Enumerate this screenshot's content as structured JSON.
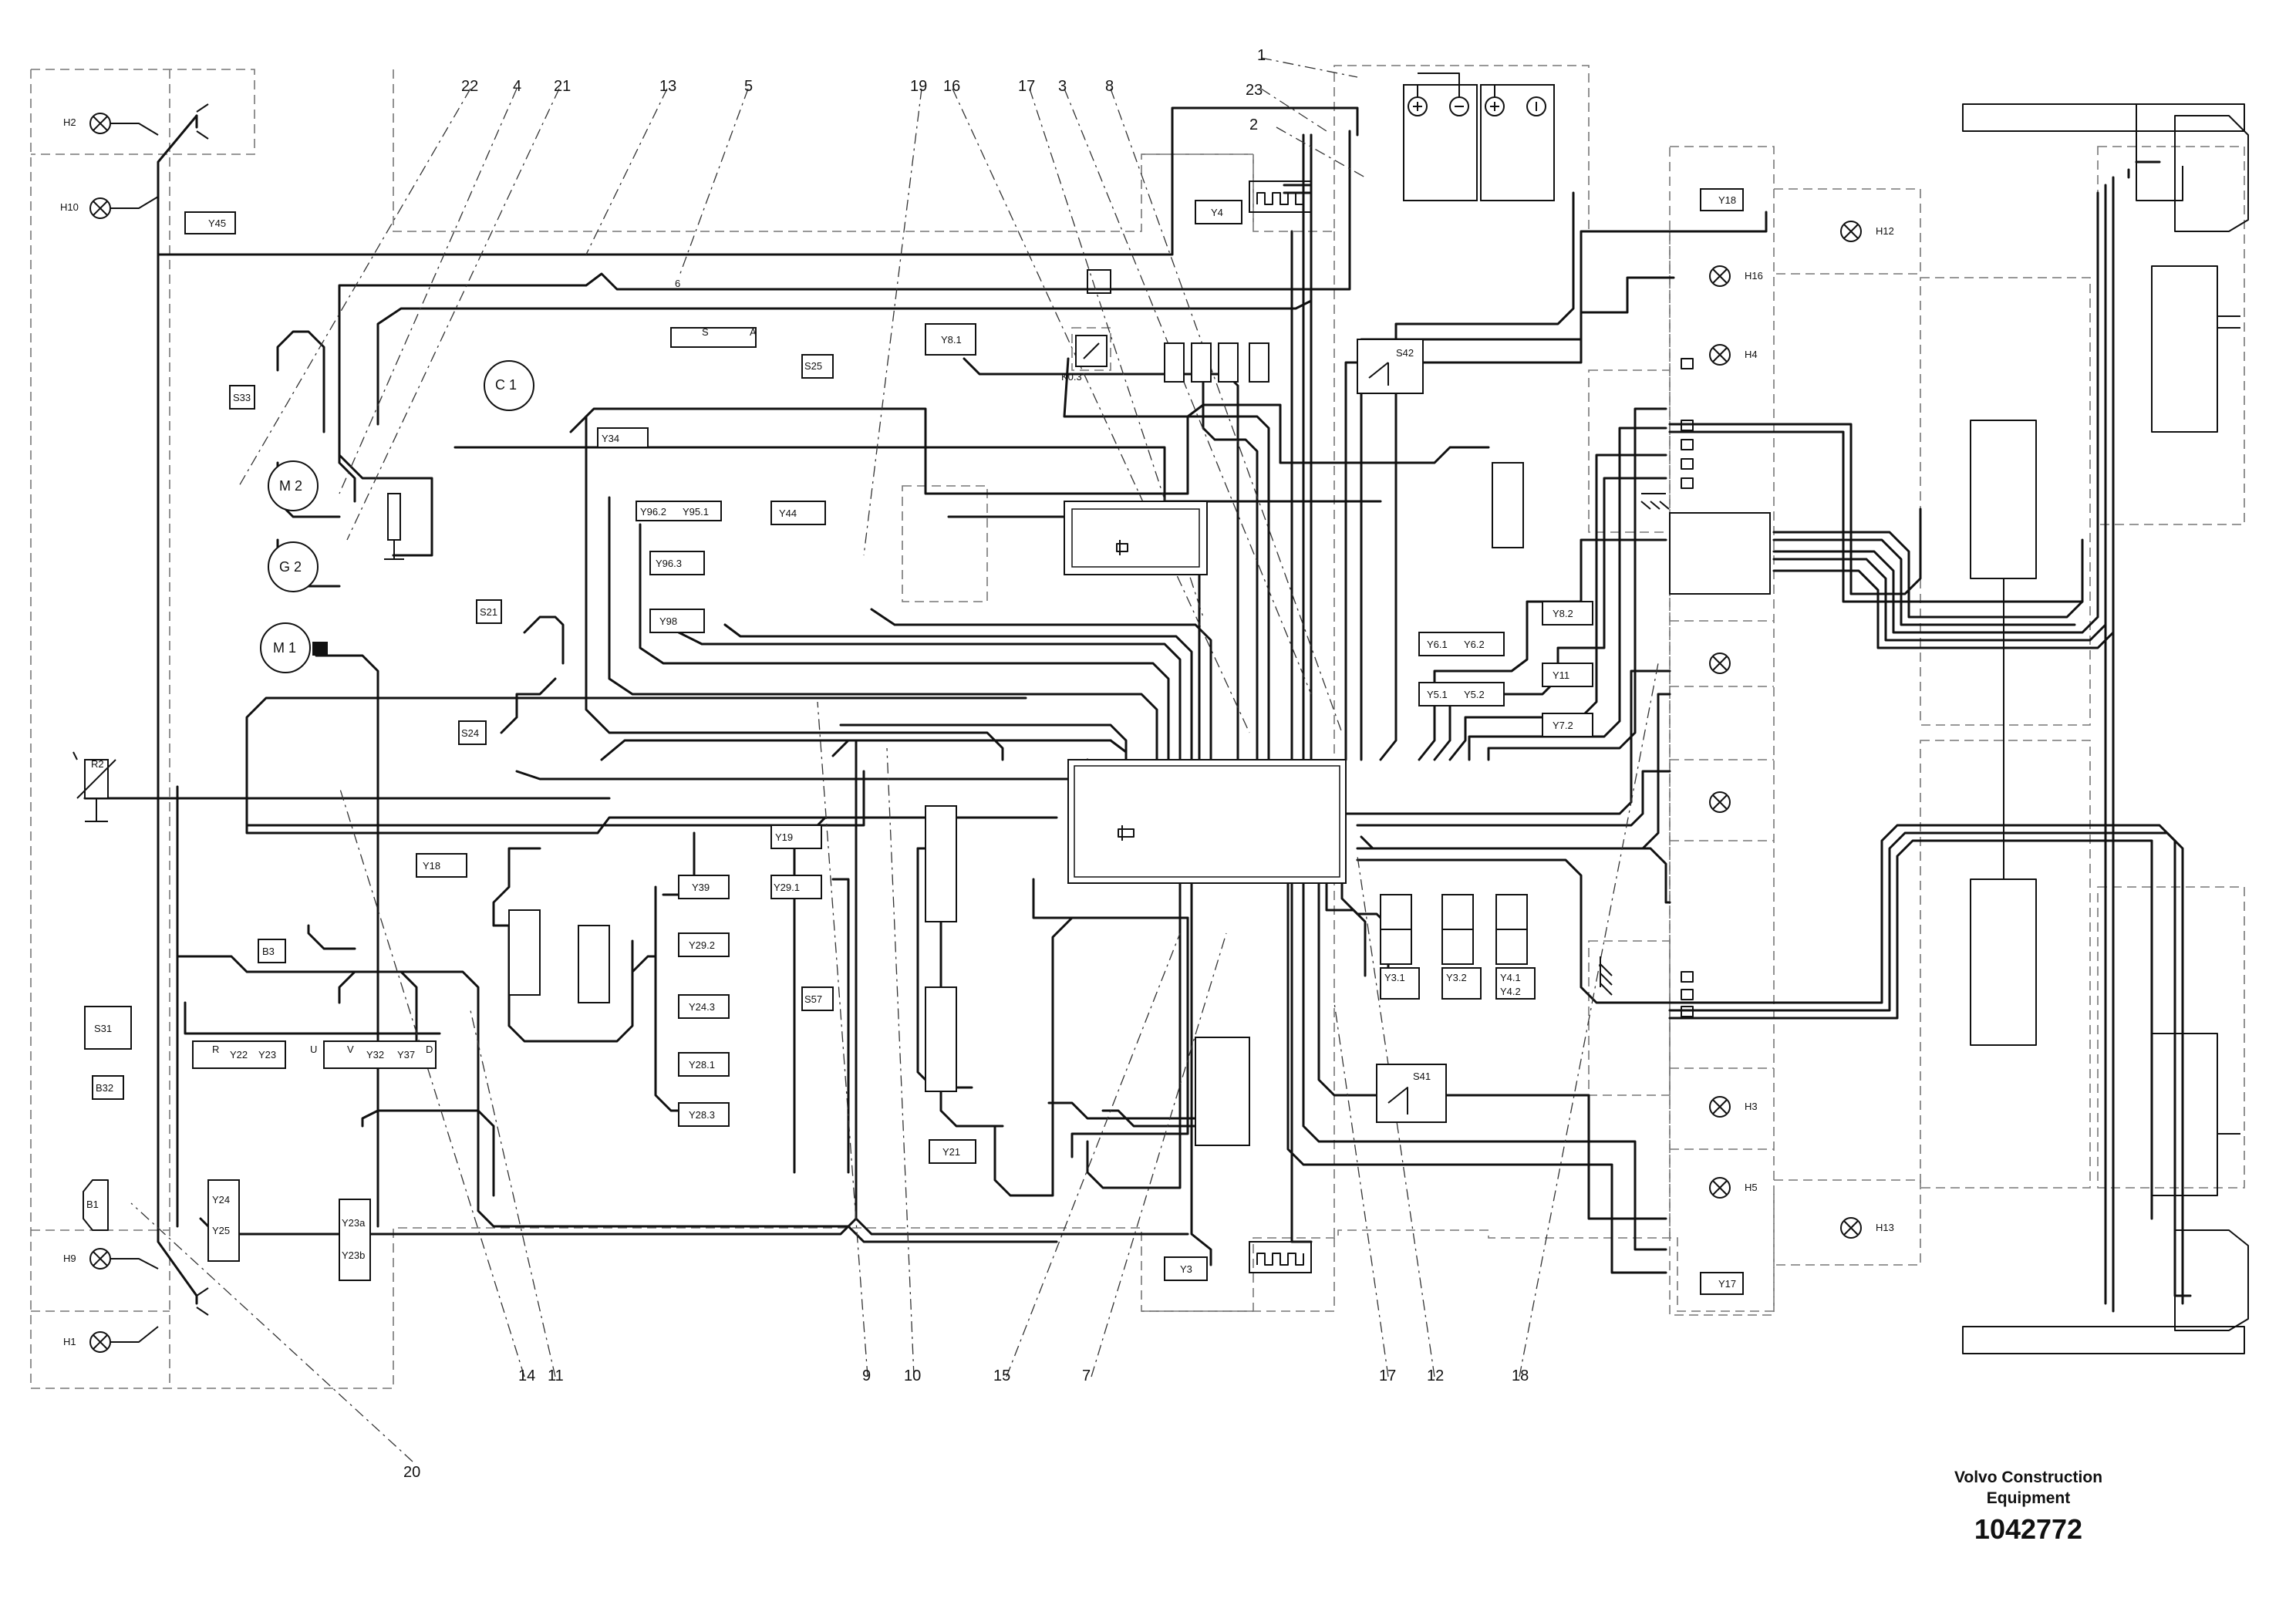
{
  "brand": {
    "line1": "Volvo Construction",
    "line2": "Equipment"
  },
  "drawing_number": "1042772",
  "callouts": {
    "c1": "1",
    "c2": "2",
    "c3": "3",
    "c4": "4",
    "c5": "5",
    "c6": "6",
    "c7": "7",
    "c8": "8",
    "c9": "9",
    "c10": "10",
    "c11": "11",
    "c12": "12",
    "c13": "13",
    "c14": "14",
    "c15": "15",
    "c16": "16",
    "c17": "17",
    "c17b": "17",
    "c18": "18",
    "c19": "19",
    "c20": "20",
    "c21": "21",
    "c22": "22",
    "c23": "23"
  },
  "components": {
    "H2": "H2",
    "H10": "H10",
    "H9": "H9",
    "H1": "H1",
    "H12": "H12",
    "H16": "H16",
    "H4": "H4",
    "H3": "H3",
    "H5": "H5",
    "H13": "H13",
    "Y45": "Y45",
    "Y4": "Y4",
    "Y3": "Y3",
    "Y18": "Y18",
    "Y17": "Y17",
    "C1": "C 1",
    "M2": "M 2",
    "G2": "G 2",
    "M1": "M 1",
    "S33": "S33",
    "S21": "S21",
    "S24": "S24",
    "S31": "S31",
    "B32": "B32",
    "B3": "B3",
    "B1": "B1",
    "R2": "R2",
    "S25": "S25",
    "S57": "S57",
    "S42": "S42",
    "S41": "S41",
    "K03": "K0.3",
    "Y34": "Y34",
    "Y81": "Y8.1",
    "Y962": "Y96.2",
    "Y951": "Y95.1",
    "Y963": "Y96.3",
    "Y98": "Y98",
    "Y44": "Y44",
    "Y19": "Y19",
    "Y291": "Y29.1",
    "Y39": "Y39",
    "Y292": "Y29.2",
    "Y243": "Y24.3",
    "Y281": "Y28.1",
    "Y283": "Y28.3",
    "Y21": "Y21",
    "Y22": "Y22",
    "Y23": "Y23",
    "Y32": "Y32",
    "Y37": "Y37",
    "Y24": "Y24",
    "Y25": "Y25",
    "Y23a": "Y23a",
    "Y23b": "Y23b",
    "Y82": "Y8.2",
    "Y11": "Y11",
    "Y72": "Y7.2",
    "Y61": "Y6.1",
    "Y62": "Y6.2",
    "Y51": "Y5.1",
    "Y52": "Y5.2",
    "Y31": "Y3.1",
    "Y32b": "Y3.2",
    "Y41": "Y4.1",
    "Y42": "Y4.2",
    "R": "R",
    "U": "U",
    "V": "V",
    "D": "D",
    "S": "S",
    "A": "A"
  }
}
